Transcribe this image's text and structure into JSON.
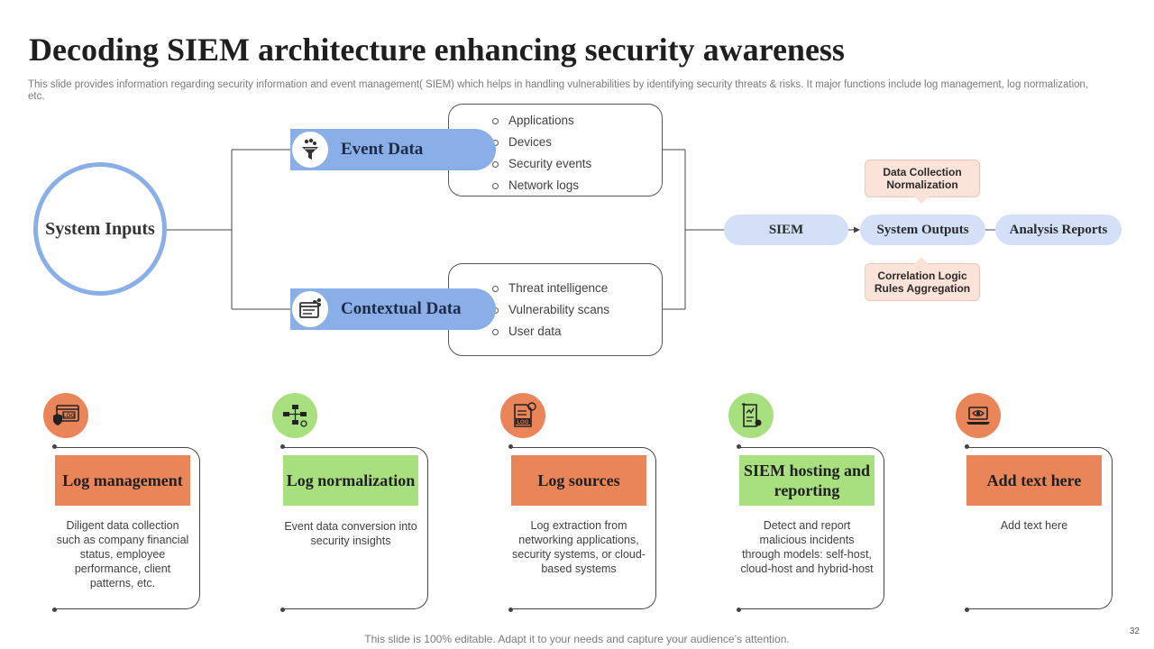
{
  "title": "Decoding SIEM architecture enhancing security awareness",
  "subtitle": "This slide provides information regarding security information and event management( SIEM) which helps in handling vulnerabilities by identifying security threats & risks. It major functions include log management, log normalization, etc.",
  "system_inputs": "System Inputs",
  "event_data": {
    "label": "Event Data",
    "icon": "funnel-icon",
    "items": [
      "Applications",
      "Devices",
      "Security events",
      "Network logs"
    ]
  },
  "contextual_data": {
    "label": "Contextual Data",
    "icon": "browser-share-icon",
    "items": [
      "Threat intelligence",
      "Vulnerability scans",
      "User data"
    ]
  },
  "flow": {
    "siem": "SIEM",
    "system_outputs": "System Outputs",
    "analysis_reports": "Analysis Reports",
    "callout_top": "Data Collection Normalization",
    "callout_bottom": "Correlation Logic Rules Aggregation"
  },
  "cards": [
    {
      "title": "Log management",
      "desc": "Diligent data collection such as company financial status, employee performance, client patterns, etc.",
      "color": "#ea8459",
      "icon": "log-browser-icon"
    },
    {
      "title": "Log normalization",
      "desc": "Event data conversion into security insights",
      "color": "#a9e07f",
      "icon": "network-nodes-icon"
    },
    {
      "title": "Log sources",
      "desc": "Log extraction from networking applications, security systems, or cloud-based systems",
      "color": "#ea8459",
      "icon": "log-file-icon"
    },
    {
      "title": "SIEM hosting and reporting",
      "desc": "Detect and report malicious incidents through models: self-host, cloud-host and hybrid-host",
      "color": "#a9e07f",
      "icon": "report-chart-icon"
    },
    {
      "title": "Add text here",
      "desc": "Add text here",
      "color": "#ea8459",
      "icon": "laptop-eye-icon"
    }
  ],
  "footer": "This slide is 100% editable. Adapt it to your needs and capture your audience’s attention.",
  "page_number": "32",
  "colors": {
    "blue": "#8aaee8",
    "light_blue": "#d3e0f7",
    "orange": "#ea8459",
    "green": "#a9e07f",
    "peach": "#fce3d9"
  }
}
